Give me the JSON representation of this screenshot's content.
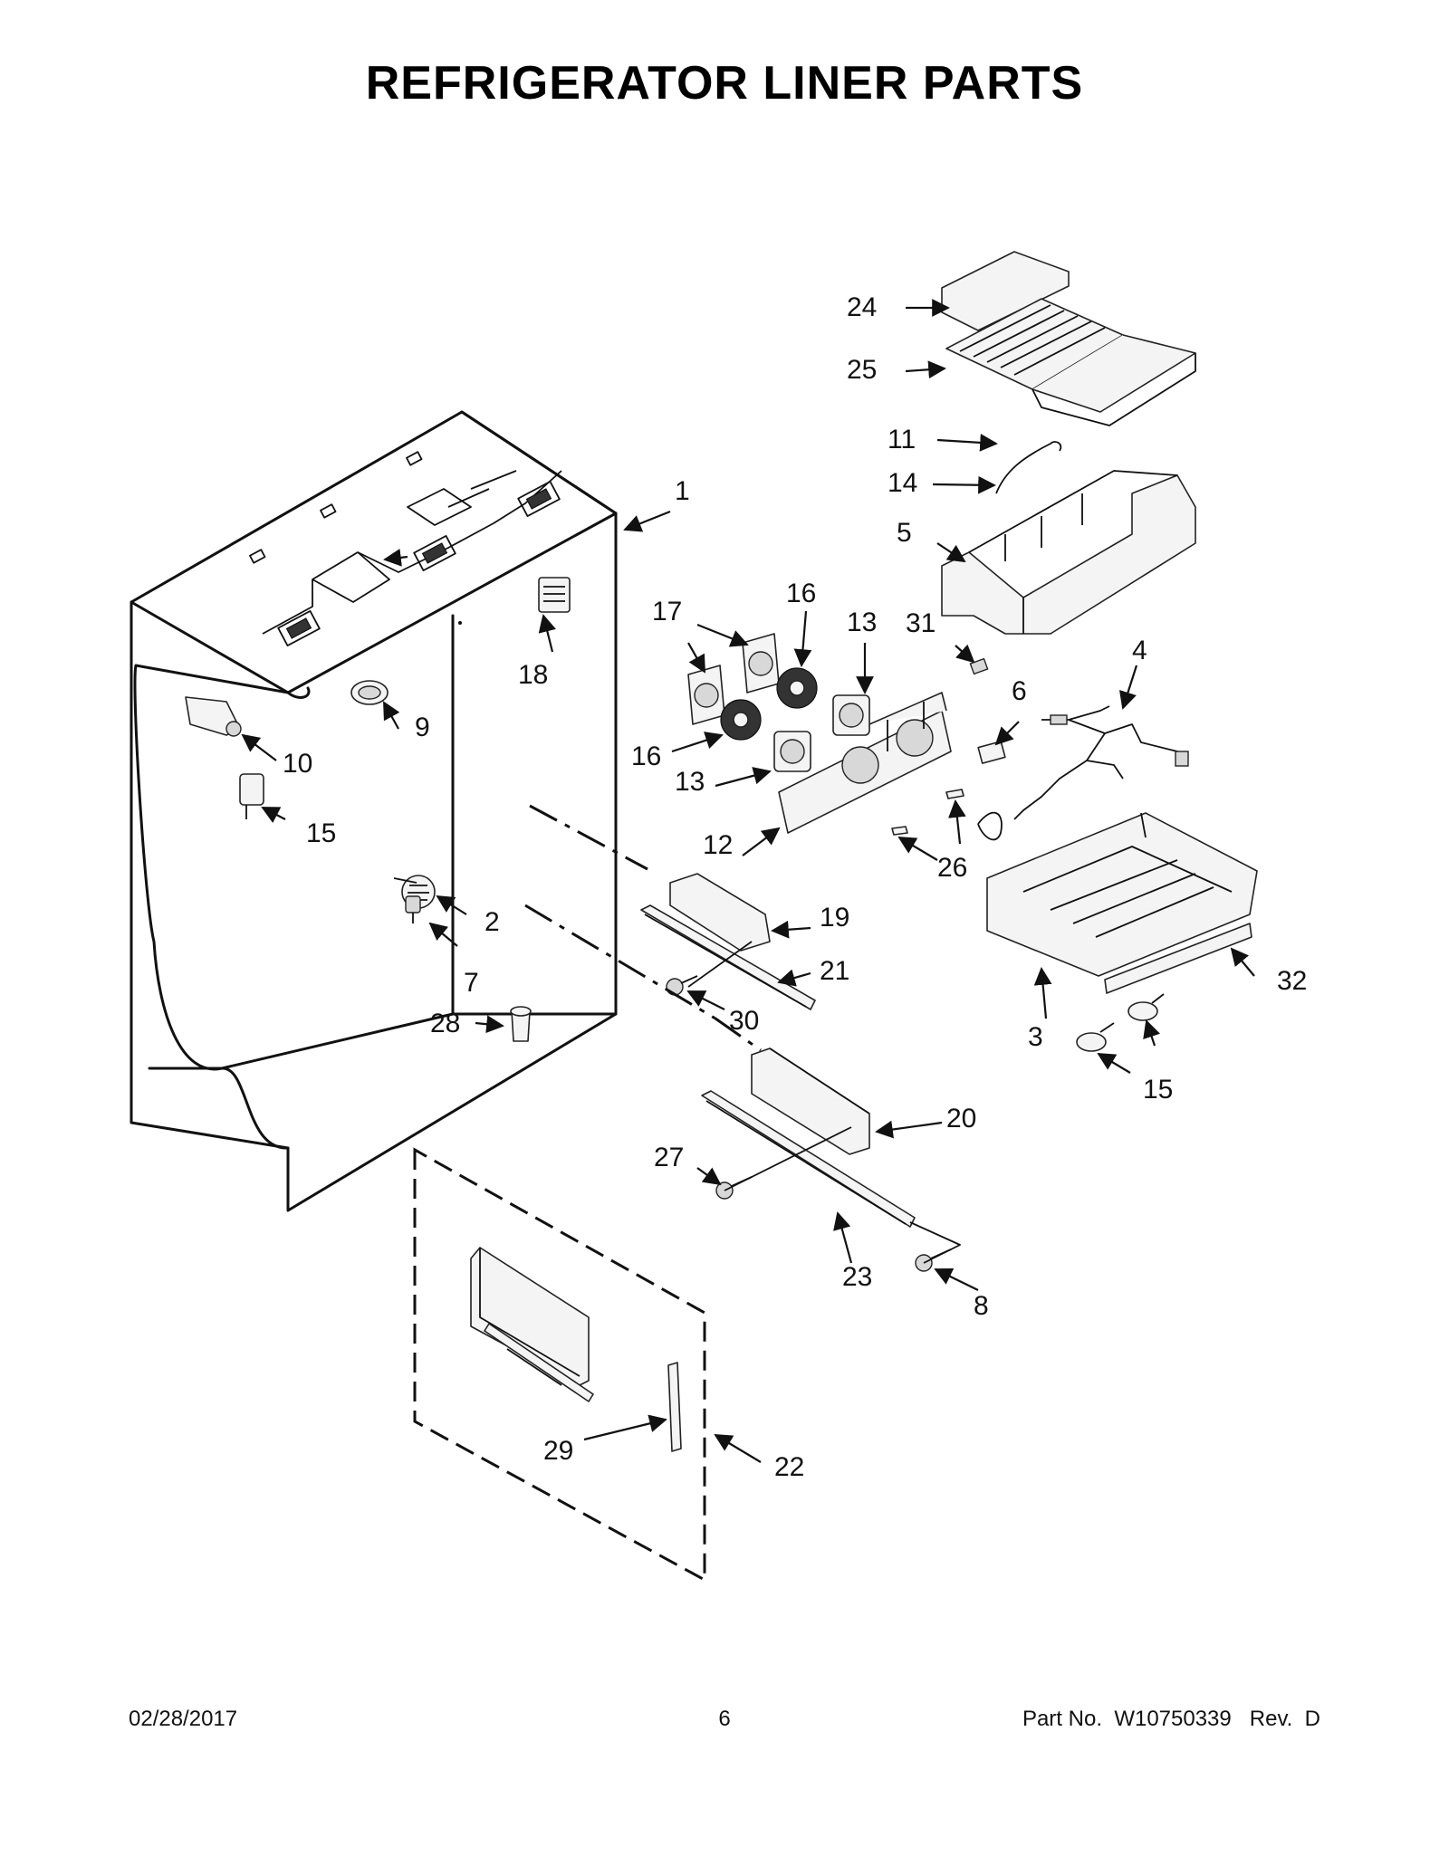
{
  "header": {
    "title": "REFRIGERATOR LINER PARTS"
  },
  "diagram": {
    "callouts": [
      "1",
      "2",
      "3",
      "4",
      "5",
      "6",
      "7",
      "8",
      "9",
      "10",
      "11",
      "12",
      "13",
      "13",
      "14",
      "15",
      "15",
      "16",
      "16",
      "17",
      "18",
      "19",
      "20",
      "21",
      "22",
      "23",
      "24",
      "25",
      "26",
      "27",
      "28",
      "29",
      "30",
      "31",
      "32"
    ]
  },
  "footer": {
    "date": "02/28/2017",
    "page": "6",
    "part_number": "Part No.  W10750339   Rev.  D"
  }
}
